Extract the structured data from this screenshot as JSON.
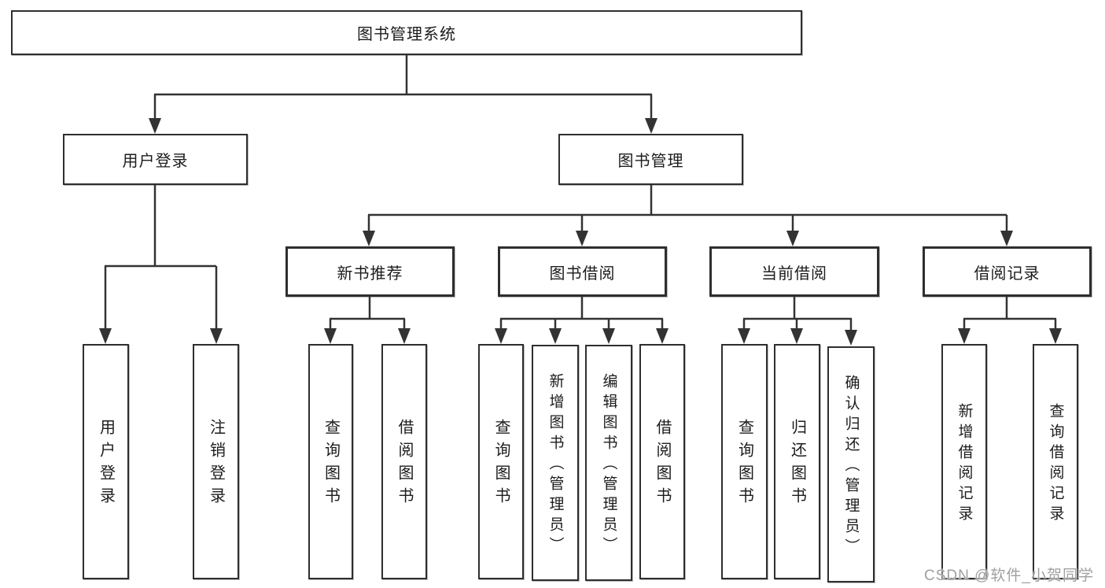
{
  "tree": {
    "root": "图书管理系统",
    "children": [
      {
        "label": "用户登录",
        "leaves": [
          "用户登录",
          "注销登录"
        ]
      },
      {
        "label": "图书管理",
        "children": [
          {
            "label": "新书推荐",
            "leaves": [
              "查询图书",
              "借阅图书"
            ]
          },
          {
            "label": "图书借阅",
            "leaves": [
              "查询图书",
              "新增图书（管理员）",
              "编辑图书（管理员）",
              "借阅图书"
            ]
          },
          {
            "label": "当前借阅",
            "leaves": [
              "查询图书",
              "归还图书",
              "确认归还（管理员）"
            ]
          },
          {
            "label": "借阅记录",
            "leaves": [
              "新增借阅记录",
              "查询借阅记录"
            ]
          }
        ]
      }
    ]
  },
  "watermark": "CSDN @软件_小贺同学",
  "colors": {
    "line": "#333333",
    "box_border": "#2e2e2e",
    "text": "#1c1c1c",
    "watermark": "#a0a0a0",
    "background": "#ffffff"
  }
}
